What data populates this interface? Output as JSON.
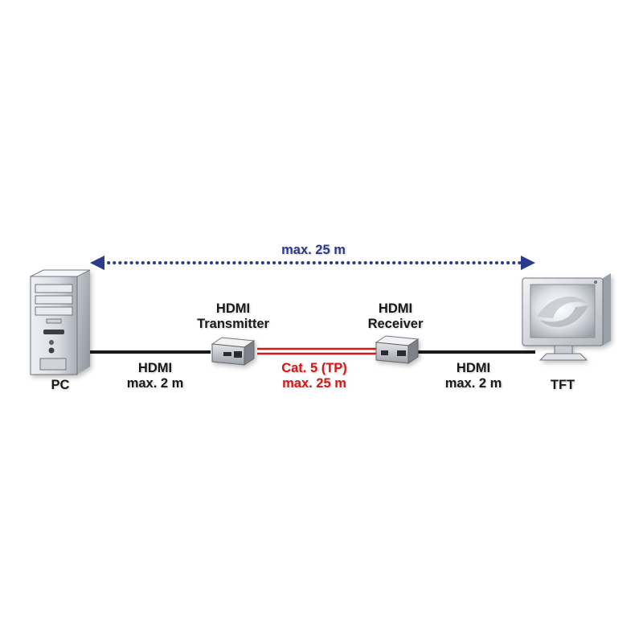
{
  "colors": {
    "distance_arrow": "#2c3a8c",
    "hdmi_cable": "#1a1a1a",
    "cat5_cable": "#d11a1a",
    "text_dark": "#1a1a1a",
    "text_blue": "#2c3a8c",
    "text_red": "#d11a1a"
  },
  "overall_distance": {
    "label": "max. 25 m",
    "icon": "double-headed-dotted-arrow"
  },
  "devices": {
    "pc": {
      "label": "PC",
      "icon": "tower-pc-icon"
    },
    "transmitter": {
      "label_line1": "HDMI",
      "label_line2": "Transmitter",
      "icon": "extender-box-icon"
    },
    "receiver": {
      "label_line1": "HDMI",
      "label_line2": "Receiver",
      "icon": "extender-box-icon"
    },
    "tft": {
      "label": "TFT",
      "icon": "monitor-icon"
    }
  },
  "links": {
    "pc_to_transmitter": {
      "line1": "HDMI",
      "line2": "max. 2 m"
    },
    "transmitter_to_receiver": {
      "line1": "Cat. 5 (TP)",
      "line2": "max. 25 m"
    },
    "receiver_to_tft": {
      "line1": "HDMI",
      "line2": "max. 2 m"
    }
  }
}
